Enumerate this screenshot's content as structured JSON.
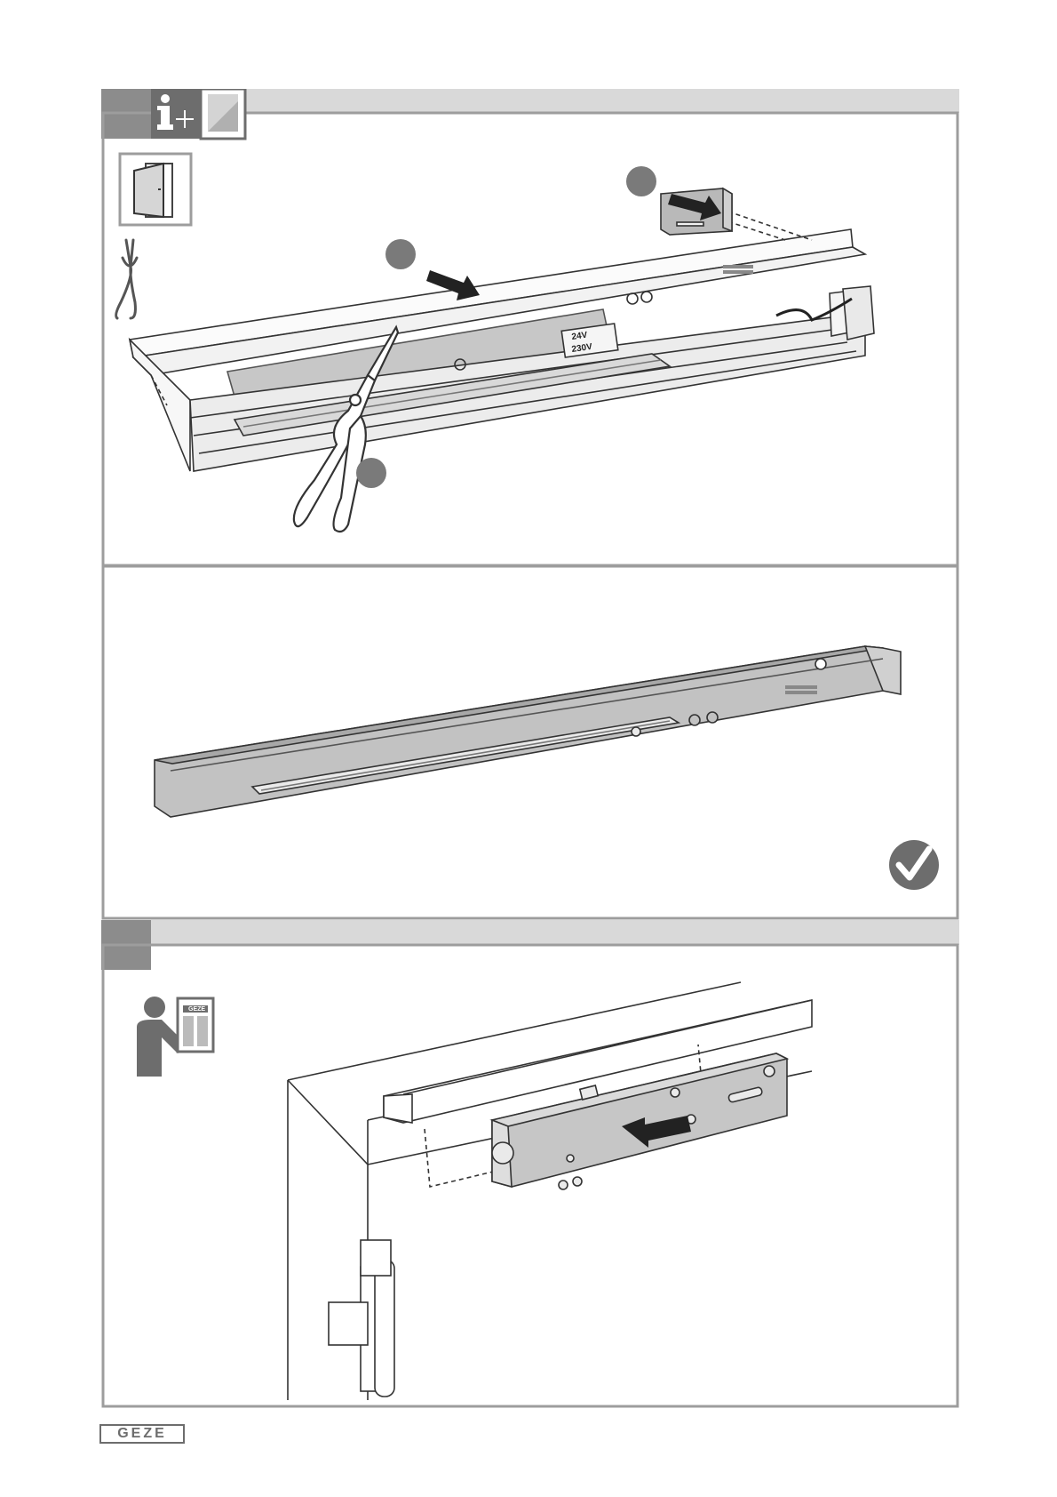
{
  "panel1": {
    "labels": {
      "voltage_24": "24V",
      "voltage_230": "230V"
    },
    "icons": [
      "info-plus-icon",
      "manual-page-icon",
      "door-icon",
      "pliers-icon"
    ],
    "steps": [
      "step-1-marker",
      "step-2-marker",
      "step-3-marker"
    ]
  },
  "panel2": {
    "status_icon": "checkmark-icon"
  },
  "panel3": {
    "icons": [
      "person-reading-manual-icon"
    ],
    "manual_brand": "GEZE"
  },
  "footer": {
    "brand": "GEZE"
  },
  "colors": {
    "header_gray": "#d9d9d9",
    "tab_dark": "#8c8c8c",
    "tab_darker": "#6d6d6d",
    "frame": "#9d9d9d",
    "part_gray": "#b9b9b9",
    "marker_gray": "#7a7a7a"
  }
}
